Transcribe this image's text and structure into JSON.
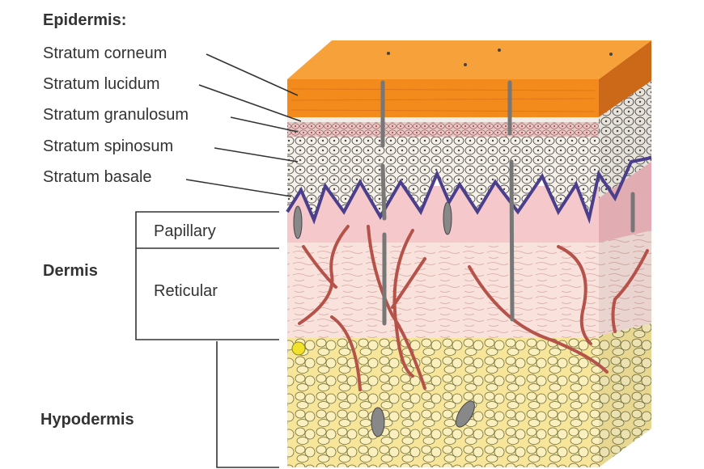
{
  "title": "Epidermis:",
  "epidermis_layers": [
    "Stratum corneum",
    "Stratum lucidum",
    "Stratum granulosum",
    "Stratum spinosum",
    "Stratum basale"
  ],
  "dermis": {
    "label": "Dermis",
    "sublayers": [
      "Papillary",
      "Reticular"
    ]
  },
  "hypodermis": {
    "label": "Hypodermis"
  },
  "colors": {
    "corneum": "#f28a1c",
    "spinosum": "#f4efe6",
    "basale": "#4b3f8c",
    "papillary": "#f5c8cc",
    "reticular": "#f9e2dc",
    "hypodermis": "#f7e59a",
    "vessel": "#b5524a"
  }
}
